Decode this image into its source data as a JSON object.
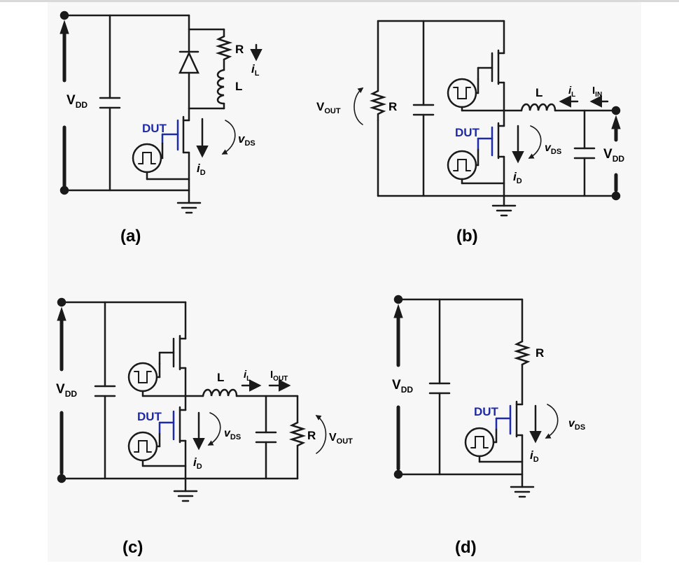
{
  "circuits": {
    "a": {
      "caption": "(a)",
      "vdd": {
        "main": "V",
        "sub": "DD"
      },
      "dut": "DUT",
      "r": "R",
      "l": "L",
      "il": {
        "main": "i",
        "sub": "L"
      },
      "vds": {
        "main": "v",
        "sub": "DS"
      },
      "id": {
        "main": "i",
        "sub": "D"
      }
    },
    "b": {
      "caption": "(b)",
      "vout": {
        "main": "V",
        "sub": "OUT"
      },
      "r": "R",
      "l": "L",
      "il": {
        "main": "i",
        "sub": "L"
      },
      "iin": {
        "main": "I",
        "sub": "IN"
      },
      "dut": "DUT",
      "vds": {
        "main": "v",
        "sub": "DS"
      },
      "id": {
        "main": "i",
        "sub": "D"
      },
      "vdd": {
        "main": "V",
        "sub": "DD"
      }
    },
    "c": {
      "caption": "(c)",
      "vdd": {
        "main": "V",
        "sub": "DD"
      },
      "l": "L",
      "il": {
        "main": "i",
        "sub": "L"
      },
      "iout": {
        "main": "I",
        "sub": "OUT"
      },
      "dut": "DUT",
      "vds": {
        "main": "v",
        "sub": "DS"
      },
      "id": {
        "main": "i",
        "sub": "D"
      },
      "r": "R",
      "vout": {
        "main": "V",
        "sub": "OUT"
      }
    },
    "d": {
      "caption": "(d)",
      "vdd": {
        "main": "V",
        "sub": "DD"
      },
      "r": "R",
      "dut": "DUT",
      "vds": {
        "main": "v",
        "sub": "DS"
      },
      "id": {
        "main": "i",
        "sub": "D"
      }
    }
  },
  "colors": {
    "wire": "#1a1a1a",
    "dut": "#1f2aa8",
    "background": "#f7f7f7"
  }
}
